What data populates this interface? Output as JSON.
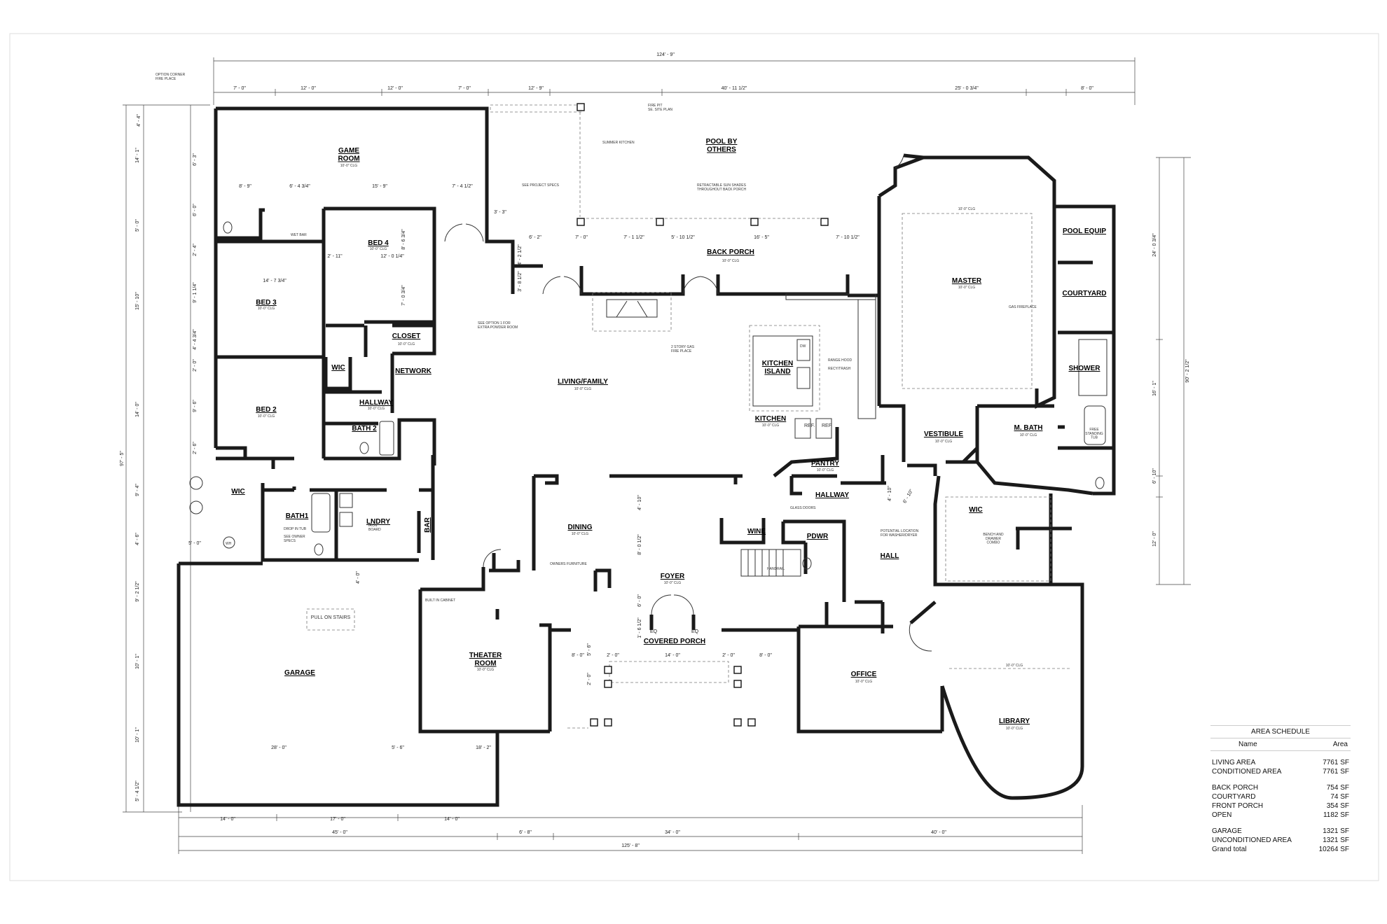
{
  "rooms": {
    "game_room": "GAME\nROOM",
    "pool": "POOL BY\nOTHERS",
    "bed4": "BED 4",
    "bed3": "BED 3",
    "bed2": "BED 2",
    "closet": "CLOSET",
    "wic_left": "WIC",
    "network": "NETWORK",
    "hallway_left": "HALLWAY",
    "bath2": "BATH 2",
    "wic_bed2": "WIC",
    "bath1": "BATH1",
    "lndry": "LNDRY",
    "bar": "BAR",
    "back_porch": "BACK PORCH",
    "living": "LIVING/FAMILY",
    "kitchen_island": "KITCHEN\nISLAND",
    "kitchen": "KITCHEN",
    "pantry": "PANTRY",
    "hallway_right": "HALLWAY",
    "dining": "DINING",
    "wine": "WINE",
    "pdwr": "PDWR",
    "foyer": "FOYER",
    "covered_porch": "COVERED PORCH",
    "theater": "THEATER\nROOM",
    "garage": "GARAGE",
    "master": "MASTER",
    "pool_equip": "POOL EQUIP",
    "courtyard": "COURTYARD",
    "shower": "SHOWER",
    "vestibule": "VESTIBULE",
    "m_bath": "M. BATH",
    "wic_master": "WIC",
    "hall": "HALL",
    "office": "OFFICE",
    "library": "LIBRARY"
  },
  "notes": {
    "corner_fireplace": "OPTION CORNER\nFIRE PLACE",
    "fire_pit": "FIRE PIT\nSE. SITE PLAN",
    "summer_kitchen": "SUMMER KITCHEN",
    "project_specs": "SEE PROJECT SPECS",
    "sun_shades": "RETRACTABLE SUN SHADES\nTHROUGHOUT BACK PORCH",
    "wet_bar": "WET BAR",
    "powder_room": "SEE OPTION 1 FOR\nEXTRA POWDER ROOM",
    "fireplace": "2 STORY GAS\nFIRE PLACE",
    "gas_fireplace": "GAS FIREPLACE",
    "range_hood": "RANGE HOOD",
    "recy_trash": "RECY/TRASH",
    "glass_doors": "GLASS DOORS",
    "owners_furniture": "OWNERS FURNITURE",
    "built_in_cabinet": "BUILT IN CABINET",
    "pull_on_stairs": "PULL ON STAIRS",
    "drop_in_tub": "DROP IN TUB",
    "owner_specs": "SEE OWNER\nSPECS",
    "iron_board": "IRON\nBOARD",
    "free_standing_tub": "FREE\nSTANDING\nTUB",
    "bench_drawer": "BENCH AND\nDRAWER\nCOMBO",
    "washer_dryer": "POTENTIAL LOCATION\nFOR WASHER/DRYER",
    "handrail": "HANDRAIL",
    "ref": "REF.",
    "wh": "WH",
    "dw": "DW",
    "eq": "EQ",
    "ceiling": "10'-0\" CLG"
  },
  "dimensions": {
    "overall_top": "124' - 9\"",
    "overall_bottom": "125' - 8\"",
    "overall_left": "97' - 5\"",
    "overall_right": "90' - 2 1/2\"",
    "top_row": [
      "7' - 0\"",
      "12' - 0\"",
      "12' - 0\"",
      "7' - 0\"",
      "12' - 9\"",
      "40' - 11 1/2\"",
      "25' - 0 3/4\"",
      "8' - 0\""
    ],
    "bottom_row1": [
      "14' - 0\"",
      "17' - 0\"",
      "14' - 0\""
    ],
    "bottom_row2": [
      "45' - 0\"",
      "6' - 8\"",
      "34' - 0\"",
      "40' - 0\""
    ],
    "left_col": [
      "4' - 4\"",
      "14' - 1\"",
      "6' - 3\"",
      "6' - 0\"",
      "5' - 0\"",
      "2' - 4\"",
      "9' - 1 1/4\"",
      "15' - 10\"",
      "4' - 4 3/4\"",
      "2' - 0\"",
      "14' - 0\"",
      "9' - 6\"",
      "2' - 6\"",
      "9' - 4\"",
      "4' - 6\"",
      "9' - 2 1/2\"",
      "10' - 1\"",
      "10' - 1\"",
      "5' - 4 1/2\""
    ],
    "right_col": [
      "24' - 0 3/4\"",
      "16' - 1\"",
      "6' - 10\"",
      "12' - 0\""
    ],
    "interior": [
      "8' - 9\"",
      "6' - 4 3/4\"",
      "15' - 9\"",
      "7' - 4 1/2\"",
      "3' - 3\"",
      "6' - 2\"",
      "7' - 0\"",
      "7' - 1 1/2\"",
      "5' - 10 1/2\"",
      "16' - 5\"",
      "7' - 10 1/2\"",
      "2' - 11\"",
      "12' - 0 1/4\"",
      "8' - 6 3/4\"",
      "7' - 0 3/4\"",
      "14' - 7 3/4\"",
      "4' - 2 1/2\"",
      "3' - 8 1/2\"",
      "5' - 0\"",
      "4' - 0\"",
      "28' - 0\"",
      "5' - 6\"",
      "18' - 2\"",
      "8' - 0\"",
      "5' - 6\"",
      "2' - 0\"",
      "14' - 0\"",
      "2' - 0\"",
      "8' - 0\"",
      "2' - 0\"",
      "4' - 10\"",
      "8' - 0 1/2\"",
      "6' - 0\"",
      "1' - 6 1/2\"",
      "4' - 10\"",
      "6' - 10\""
    ]
  },
  "area_schedule": {
    "title": "AREA SCHEDULE",
    "col_name": "Name",
    "col_area": "Area",
    "groups": [
      [
        {
          "name": "LIVING AREA",
          "area": "7761 SF"
        },
        {
          "name": "CONDITIONED AREA",
          "area": "7761 SF"
        }
      ],
      [
        {
          "name": "BACK PORCH",
          "area": "754 SF"
        },
        {
          "name": "COURTYARD",
          "area": "74 SF"
        },
        {
          "name": "FRONT PORCH",
          "area": "354 SF"
        },
        {
          "name": "OPEN",
          "area": "1182 SF"
        }
      ],
      [
        {
          "name": "GARAGE",
          "area": "1321 SF"
        },
        {
          "name": "UNCONDITIONED AREA",
          "area": "1321 SF"
        },
        {
          "name": "Grand total",
          "area": "10264 SF"
        }
      ]
    ]
  }
}
